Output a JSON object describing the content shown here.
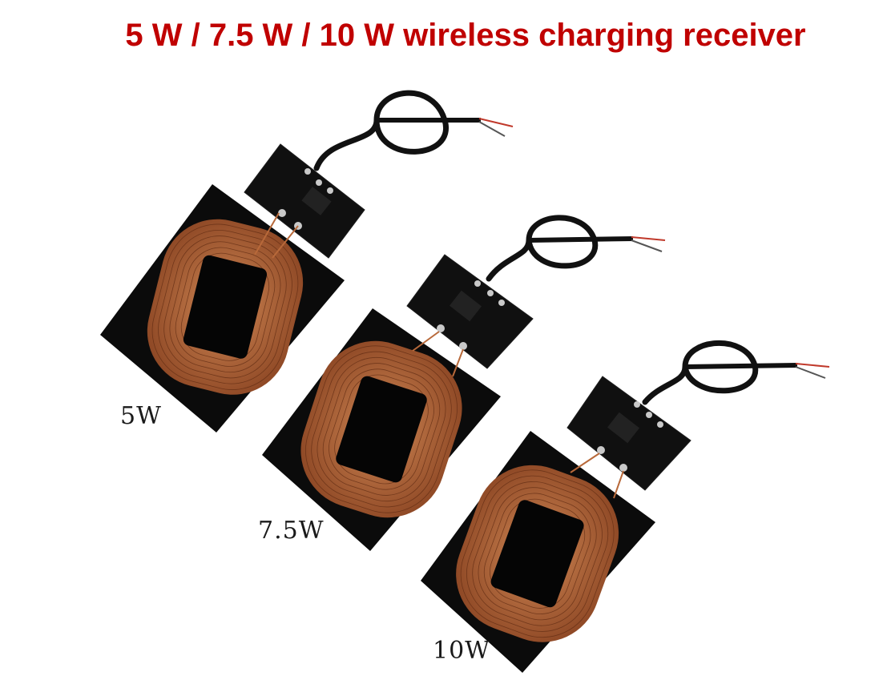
{
  "header": {
    "title": "5 W / 7.5 W / 10 W wireless charging receiver",
    "title_color": "#c00000"
  },
  "products": [
    {
      "label": "5W"
    },
    {
      "label": "7.5W"
    },
    {
      "label": "10W"
    }
  ],
  "colors": {
    "board": "#0c0c0c",
    "copper": "#b8693a",
    "copper_dark": "#7a3a1c",
    "cable": "#111111",
    "wire_red": "#c0392b",
    "pad": "#c9c9c9"
  }
}
